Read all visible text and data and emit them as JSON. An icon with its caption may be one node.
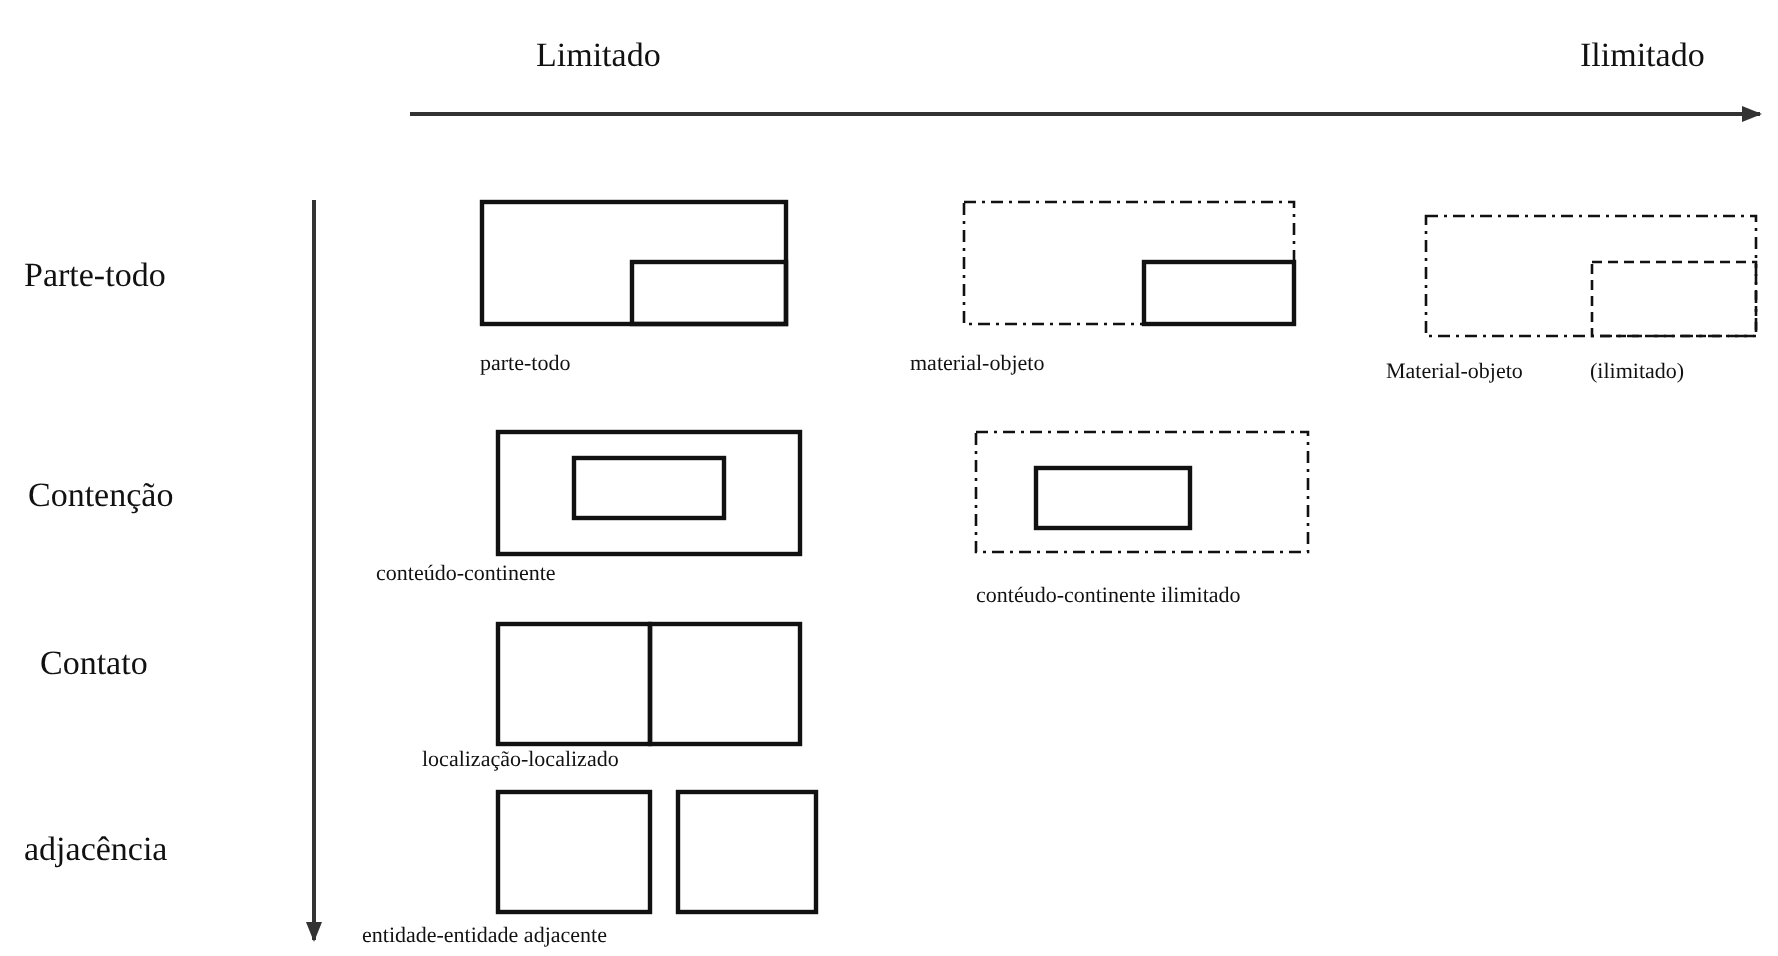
{
  "diagram": {
    "nodes": [
      {
        "text": [],
        "shape": "box",
        "beside": [
          "parte-todo"
        ]
      },
      {
        "text": [],
        "shape": "box",
        "in": 0
      },
      {
        "text": [],
        "shape": "box",
        "beside": [
          "material-objeto"
        ]
      },
      {
        "text": [],
        "shape": "box",
        "in": 2
      },
      {
        "text": [],
        "shape": "box",
        "beside": [
          "Material-objeto",
          "(ilimitado)"
        ]
      },
      {
        "text": [],
        "shape": "box",
        "in": 4
      },
      {
        "text": [],
        "shape": "box",
        "beside": [
          "conteúdo-continente"
        ]
      },
      {
        "text": [],
        "shape": "box",
        "in": 6
      },
      {
        "text": [],
        "shape": "box",
        "beside": [
          "contéudo-continente ilimitado"
        ]
      },
      {
        "text": [],
        "shape": "box",
        "in": 8
      },
      {
        "text": [],
        "shape": "box",
        "beside": [
          "localização-localizado"
        ]
      },
      {
        "text": [],
        "shape": "box"
      },
      {
        "text": [],
        "shape": "box",
        "beside": [
          "entidade-entidade adjacente"
        ]
      },
      {
        "text": [],
        "shape": "box"
      }
    ],
    "labels": [
      "Limitado",
      "Ilimitado",
      "Parte-todo",
      "Contenção",
      "Contato",
      "adjacência"
    ]
  }
}
